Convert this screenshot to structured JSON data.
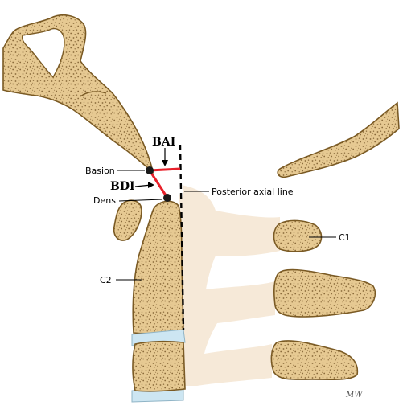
{
  "labels": {
    "bai": "BAI",
    "bdi": "BDI",
    "basion": "Basion",
    "dens": "Dens",
    "posterior_axial_line": "Posterior axial line",
    "c1": "C1",
    "c2": "C2"
  },
  "signature": "MW",
  "colors": {
    "bone_fill": "#e8cd9a",
    "bone_outline": "#7a5a24",
    "bone_speckle": "#8a6a3a",
    "soft_tissue": "#f6e9d8",
    "disc": "#cde6f2",
    "measure_line": "#e8202a",
    "landmark": "#1a1a1a"
  }
}
